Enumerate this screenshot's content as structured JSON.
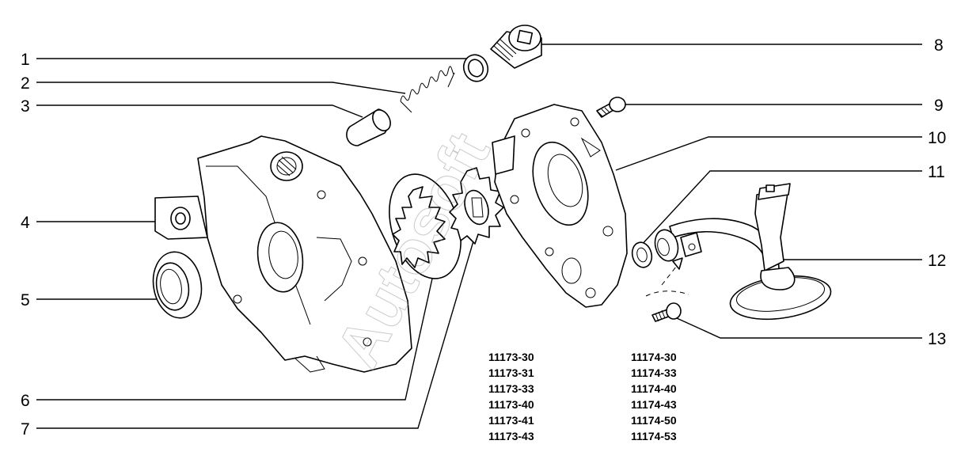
{
  "callouts": [
    "1",
    "2",
    "3",
    "4",
    "5",
    "6",
    "7",
    "8",
    "9",
    "10",
    "11",
    "12",
    "13"
  ],
  "part_numbers_left": [
    "11173-30",
    "11173-31",
    "11173-33",
    "11173-40",
    "11173-41",
    "11173-43"
  ],
  "part_numbers_right": [
    "11174-30",
    "11174-33",
    "11174-40",
    "11174-43",
    "11174-50",
    "11174-53"
  ],
  "watermark": "Autosoft"
}
